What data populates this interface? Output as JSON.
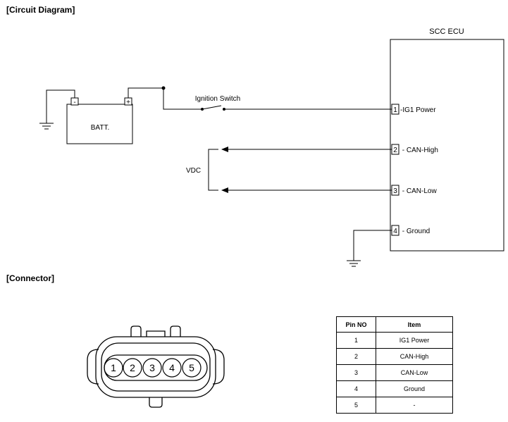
{
  "sections": {
    "circuit_title": "[Circuit Diagram]",
    "connector_title": "[Connector]"
  },
  "circuit": {
    "ecu_label": "SCC ECU",
    "battery_label": "BATT.",
    "battery_neg": "-",
    "battery_pos": "+",
    "switch_label": "Ignition Switch",
    "vdc_label": "VDC",
    "pins": [
      {
        "num": "1",
        "text": "-IG1 Power"
      },
      {
        "num": "2",
        "text": " - CAN-High"
      },
      {
        "num": "3",
        "text": " - CAN-Low"
      },
      {
        "num": "4",
        "text": " - Ground"
      }
    ]
  },
  "connector": {
    "pins": [
      "1",
      "2",
      "3",
      "4",
      "5"
    ]
  },
  "table": {
    "headers": [
      "Pin NO",
      "Item"
    ],
    "rows": [
      [
        "1",
        "IG1 Power"
      ],
      [
        "2",
        "CAN-High"
      ],
      [
        "3",
        "CAN-Low"
      ],
      [
        "4",
        "Ground"
      ],
      [
        "5",
        "-"
      ]
    ]
  }
}
